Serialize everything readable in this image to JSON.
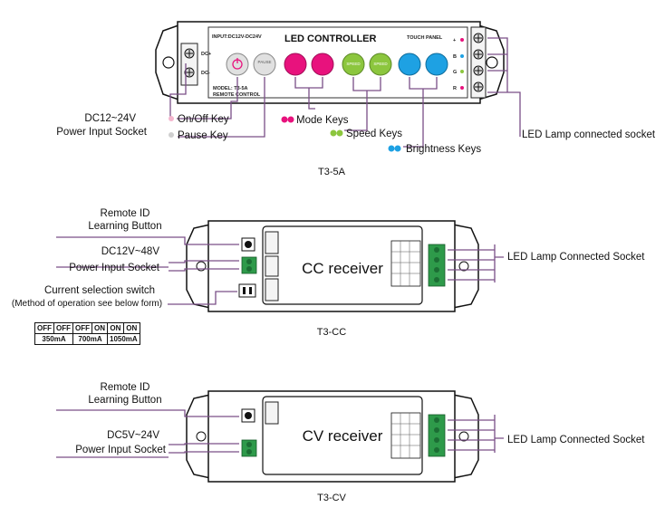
{
  "t35a": {
    "input_label": "INPUT:DC12V-DC24V",
    "title": "LED CONTROLLER",
    "touch_panel": "TOUCH PANEL",
    "dc_plus": "DC+",
    "dc_minus": "DC-",
    "model": "MODEL: T3-5A",
    "remote_control": "REMOTE  CONTROL",
    "pause_key_text": "PAUSE",
    "speed_key_text": "SPEED",
    "channels": [
      "+",
      "B",
      "G",
      "R"
    ],
    "caption": "T3-5A",
    "callouts": {
      "power_line1": "DC12~24V",
      "power_line2": "Power Input Socket",
      "onoff": "On/Off  Key",
      "pause": "Pause Key",
      "mode": "Mode Keys",
      "speed": "Speed Keys",
      "brightness": "Brightness Keys",
      "lamp": "LED Lamp connected socket"
    },
    "colors": {
      "pink": "#e8127d",
      "green": "#8cc63e",
      "blue": "#1ea1e3",
      "gray": "#c8c8c8"
    }
  },
  "cc": {
    "title": "CC receiver",
    "caption": "T3-CC",
    "callouts": {
      "remote_id_line1": "Remote ID",
      "remote_id_line2": "Learning Button",
      "power_line1": "DC12V~48V",
      "power_line2": "Power Input Socket",
      "switch_line1": "Current selection switch",
      "switch_line2": "(Method of operation see below form)",
      "lamp": "LED Lamp Connected Socket"
    },
    "switch_table": {
      "row1": [
        "OFF",
        "OFF",
        "OFF",
        "ON",
        "ON",
        "ON"
      ],
      "row2": [
        "350mA",
        "700mA",
        "1050mA"
      ]
    }
  },
  "cv": {
    "title": "CV receiver",
    "caption": "T3-CV",
    "callouts": {
      "remote_id_line1": "Remote ID",
      "remote_id_line2": "Learning Button",
      "power_line1": "DC5V~24V",
      "power_line2": "Power Input Socket",
      "lamp": "LED Lamp Connected Socket"
    }
  }
}
